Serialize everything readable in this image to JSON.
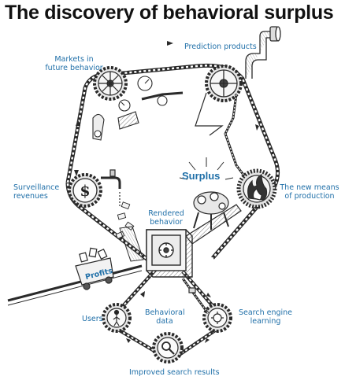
{
  "title": "The discovery of behavioral surplus",
  "labels": {
    "prediction_products": "Prediction products",
    "markets_line1": "Markets in",
    "markets_line2": "future behavior",
    "surveillance_line1": "Surveillance",
    "surveillance_line2": "revenues",
    "surplus": "Surplus",
    "new_means_line1": "The new means",
    "new_means_line2": "of production",
    "rendered_line1": "Rendered",
    "rendered_line2": "behavior",
    "profits": "Profits",
    "users": "Users",
    "behavioral_line1": "Behavioral",
    "behavioral_line2": "data",
    "search_engine_line1": "Search engine",
    "search_engine_line2": "learning",
    "improved_search": "Improved search results"
  },
  "colors": {
    "label_blue": "#1f6fa8",
    "ink": "#2a2a2a",
    "paper": "#ffffff"
  },
  "icons": [
    "gear-icon",
    "dollar-icon",
    "fire-icon",
    "safe-icon",
    "user-icon",
    "magnifier-icon",
    "faucet-icon",
    "periscope-pipe-icon",
    "gauge-icon",
    "cart-icon",
    "lever-icon"
  ]
}
